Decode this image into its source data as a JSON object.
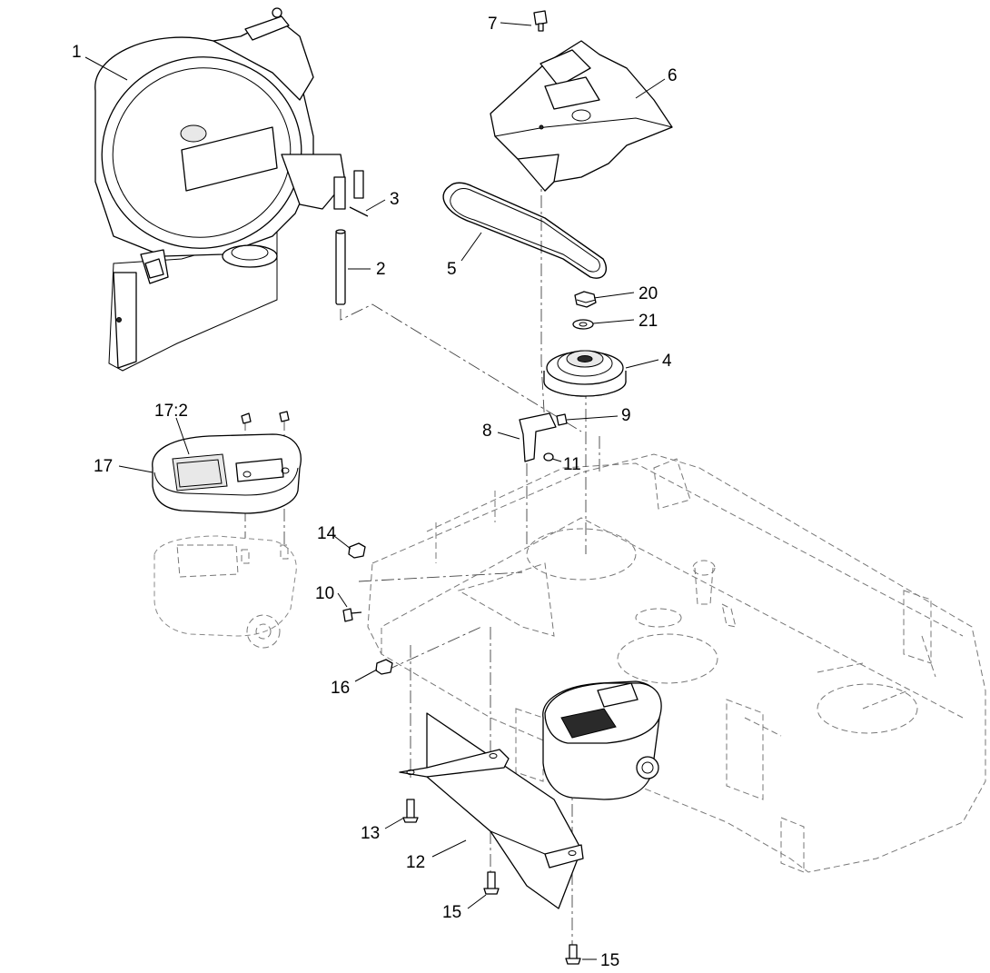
{
  "callouts": {
    "c1": "1",
    "c2": "2",
    "c3": "3",
    "c4": "4",
    "c5": "5",
    "c6": "6",
    "c7": "7",
    "c8": "8",
    "c9": "9",
    "c10": "10",
    "c11": "11",
    "c12": "12",
    "c13": "13",
    "c14": "14",
    "c15a": "15",
    "c15b": "15",
    "c16": "16",
    "c17": "17",
    "c17_2": "17:2",
    "c20": "20",
    "c21": "21"
  }
}
